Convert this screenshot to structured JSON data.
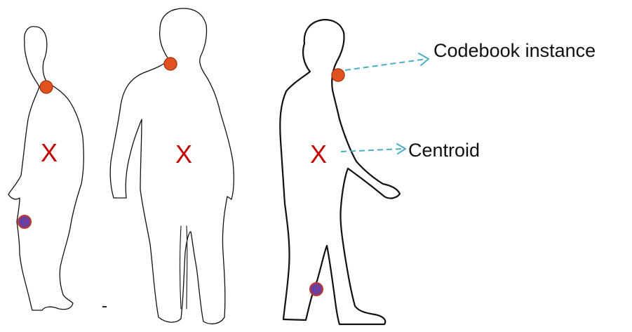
{
  "labels": {
    "codebook_instance": "Codebook instance",
    "centroid": "Centroid"
  },
  "markers": {
    "centroid_symbol": "X"
  },
  "colors": {
    "centroid_marker": "#c00000",
    "codebook_dot": "#e0521f",
    "codebook_dot_secondary": "#6b3fa0",
    "arrow": "#4bacc6",
    "outline": "#111111"
  }
}
